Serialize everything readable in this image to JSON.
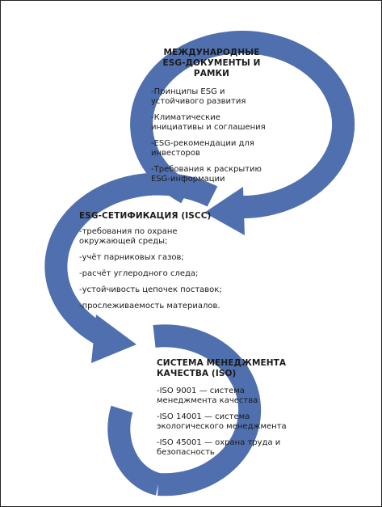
{
  "colors": {
    "arrow": "#4f6fae",
    "text": "#1b1b1b",
    "frame": "#222222"
  },
  "blocks": [
    {
      "title": "МЕЖДУНАРОДНЫЕ ESG-ДОКУМЕНТЫ И РАМКИ",
      "items": [
        "-Принципы ESG и устойчивого развития",
        "-Климатические инициативы и соглашения",
        "-ESG-рекомендации для инвесторов",
        "-Требования к раскрытию ESG-информации"
      ]
    },
    {
      "title": "ESG-СЕТИФИКАЦИЯ (ISCC)",
      "items": [
        "-требования по охране окружающей среды;",
        "-учёт парниковых газов;",
        "-расчёт углеродного следа;",
        "-устойчивость цепочек поставок;",
        "-прослеживаемость материалов."
      ]
    },
    {
      "title": "СИСТЕМА МЕНЕДЖМЕНТА КАЧЕСТВА (ISO)",
      "items": [
        "-ISO 9001 — система менеджмента качества",
        "-ISO 14001 — система экологического менеджмента",
        "-ISO 45001 — охрана труда и безопасность"
      ]
    }
  ]
}
